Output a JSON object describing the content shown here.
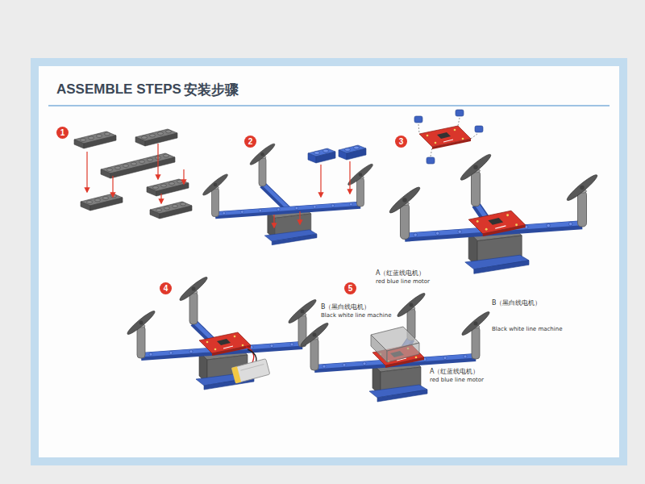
{
  "diagram": {
    "title": "ASSEMBLE STEPS",
    "labels": [
      "安装步骤",
      "1",
      "2",
      "3",
      "4",
      "5",
      "A（红蓝线电机）",
      "red blue line motor",
      "B（黑白线电机）",
      "Black white line machine",
      "B（黑白线电机）",
      "Black white line machine",
      "A（红蓝线电机）",
      "red blue line motor"
    ]
  }
}
